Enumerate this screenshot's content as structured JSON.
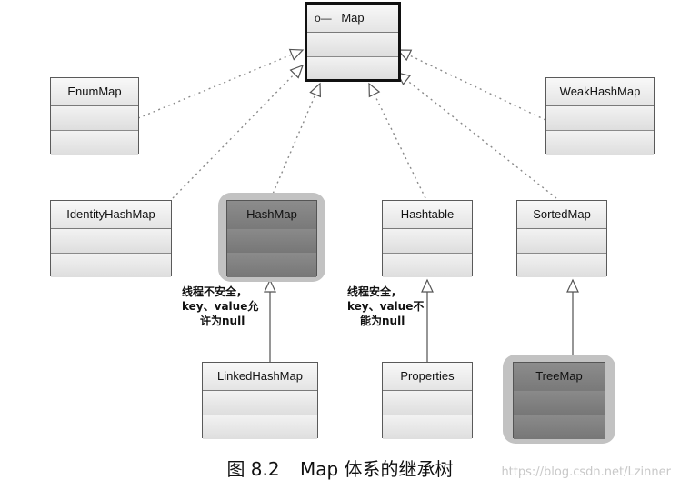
{
  "diagram": {
    "nodes": {
      "map": {
        "label": "Map",
        "icon": "interface-lollipop-icon"
      },
      "enummap": {
        "label": "EnumMap"
      },
      "weakhashmap": {
        "label": "WeakHashMap"
      },
      "identityhashmap": {
        "label": "IdentityHashMap"
      },
      "hashmap": {
        "label": "HashMap",
        "highlighted": true
      },
      "hashtable": {
        "label": "Hashtable"
      },
      "sortedmap": {
        "label": "SortedMap"
      },
      "linkedhashmap": {
        "label": "LinkedHashMap"
      },
      "properties": {
        "label": "Properties"
      },
      "treemap": {
        "label": "TreeMap",
        "highlighted": true
      }
    },
    "notes": {
      "hashmap": [
        "线程不安全，",
        "key、value允",
        "许为null"
      ],
      "hashtable": [
        "线程安全，",
        "key、value不",
        "能为null"
      ]
    },
    "edges": [
      {
        "from": "EnumMap",
        "to": "Map",
        "style": "dotted"
      },
      {
        "from": "IdentityHashMap",
        "to": "Map",
        "style": "dotted"
      },
      {
        "from": "HashMap",
        "to": "Map",
        "style": "dotted"
      },
      {
        "from": "Hashtable",
        "to": "Map",
        "style": "dotted"
      },
      {
        "from": "SortedMap",
        "to": "Map",
        "style": "dotted"
      },
      {
        "from": "WeakHashMap",
        "to": "Map",
        "style": "dotted"
      },
      {
        "from": "LinkedHashMap",
        "to": "HashMap",
        "style": "solid"
      },
      {
        "from": "Properties",
        "to": "Hashtable",
        "style": "solid"
      },
      {
        "from": "TreeMap",
        "to": "SortedMap",
        "style": "solid"
      }
    ]
  },
  "caption": {
    "figure": "图 8.2",
    "title": "Map 体系的继承树"
  },
  "watermark": "https://blog.csdn.net/Lzinner",
  "colors": {
    "highlight_fill": "#808080",
    "halo": "#c2c2c2",
    "line": "#888888"
  }
}
